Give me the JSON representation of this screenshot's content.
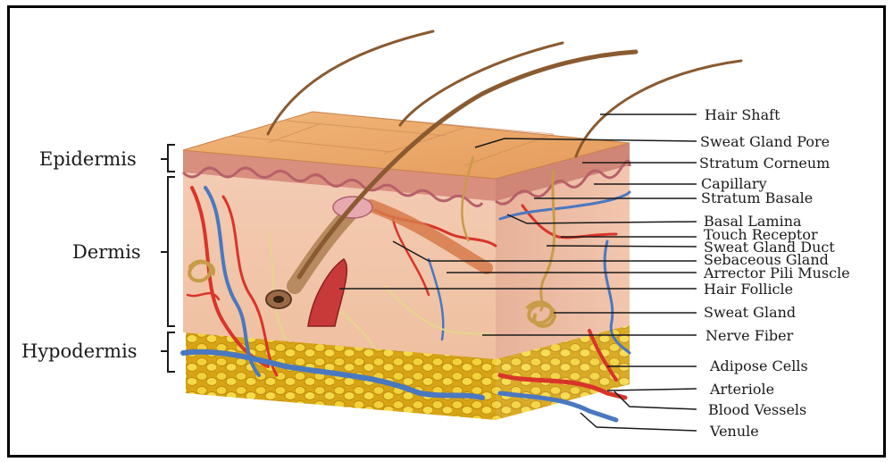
{
  "left_labels": {
    "epidermis": "Epidermis",
    "dermis": "Dermis",
    "hypodermis": "Hypodermis"
  },
  "right_labels": [
    "Hair Shaft",
    "Sweat Gland Pore",
    "Stratum Corneum",
    "Capillary",
    "Stratum Basale",
    "Basal Lamina",
    "Touch Receptor",
    "Sweat Gland Duct",
    "Sebaceous Gland",
    "Arrector Pili Muscle",
    "Hair Follicle",
    "Sweat Gland",
    "Nerve Fiber",
    "Adipose Cells",
    "Arteriole",
    "Blood Vessels",
    "Venule"
  ],
  "colors": {
    "skin_surface": "#e9a96a",
    "epidermis": "#d9907a",
    "dermis": "#f0c2a8",
    "fat": "#e8c020",
    "artery": "#d8352a",
    "vein": "#4a78c0",
    "hair": "#8a5a30"
  }
}
